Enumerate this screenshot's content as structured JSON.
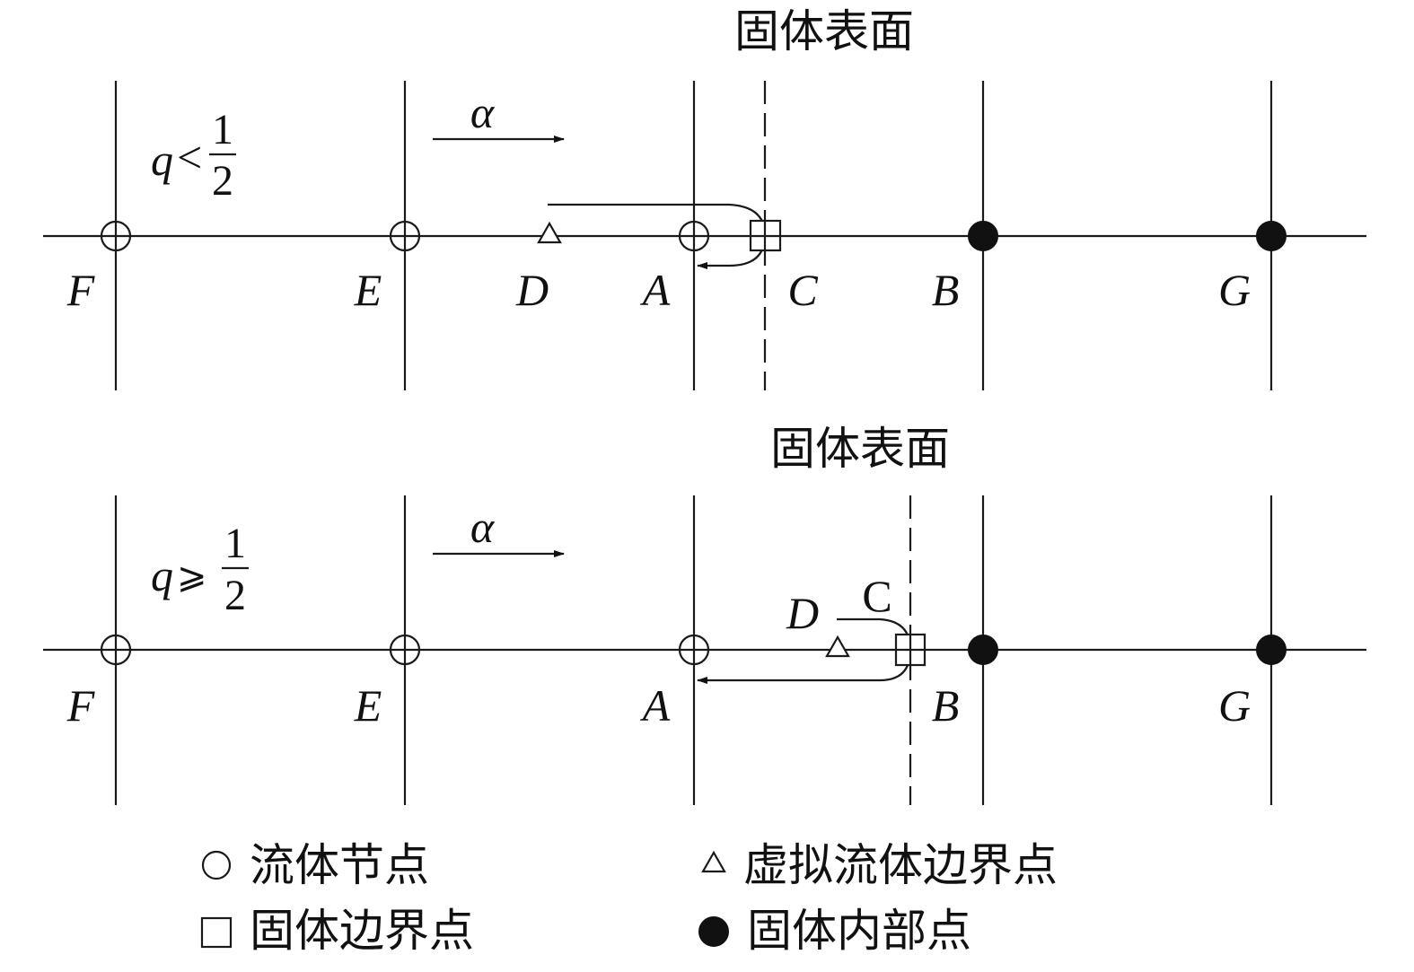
{
  "top_panel": {
    "surface_label": "固体表面",
    "flow_symbol": "α",
    "q_var": "q",
    "q_relation": "<",
    "frac_num": "1",
    "frac_den": "2",
    "labels": {
      "F": "F",
      "E": "E",
      "D": "D",
      "A": "A",
      "C": "C",
      "B": "B",
      "G": "G"
    }
  },
  "bottom_panel": {
    "surface_label": "固体表面",
    "flow_symbol": "α",
    "q_var": "q",
    "q_relation": "⩾",
    "frac_num": "1",
    "frac_den": "2",
    "labels": {
      "F": "F",
      "E": "E",
      "D": "D",
      "C": "C",
      "A": "A",
      "B": "B",
      "G": "G"
    }
  },
  "legend": {
    "fluid_node": "流体节点",
    "virtual_fluid_boundary_point": "虚拟流体边界点",
    "solid_boundary_point": "固体边界点",
    "solid_interior_point": "固体内部点"
  }
}
